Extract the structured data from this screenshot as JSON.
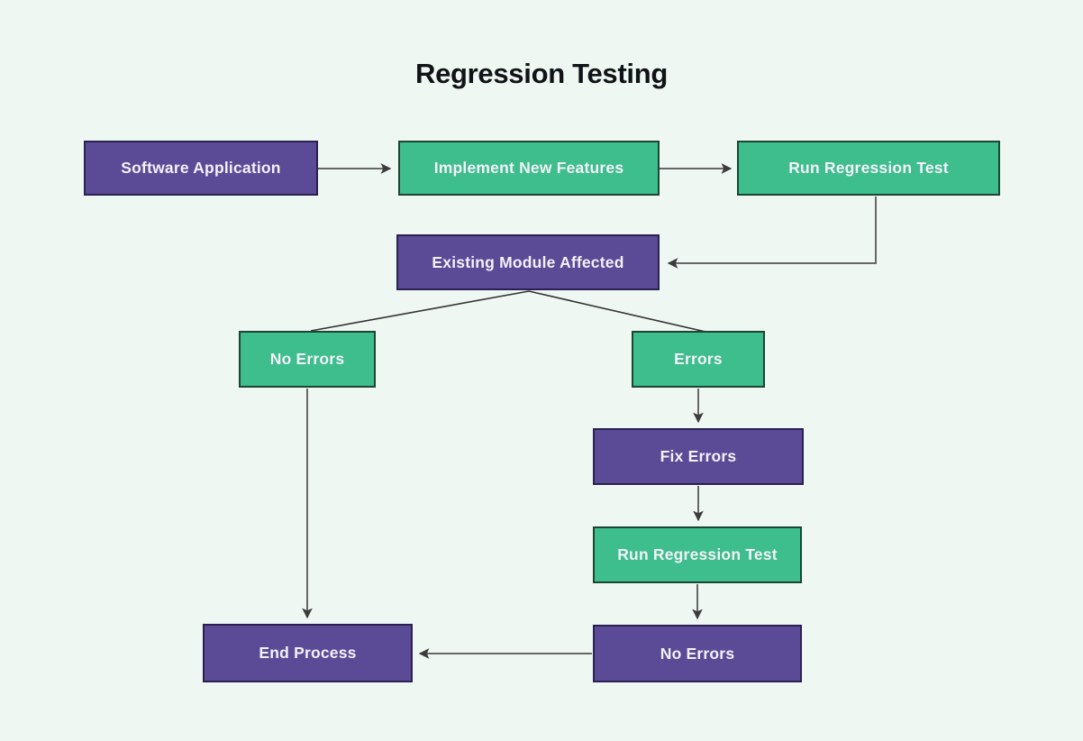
{
  "title": "Regression Testing",
  "colors": {
    "background": "#eff7f3",
    "purple_fill": "#5b4a96",
    "purple_border": "#2b2150",
    "green_fill": "#3ebd8d",
    "green_border": "#1d4533",
    "node_text": "#f3f1f8",
    "title_text": "#111416",
    "arrow_line": "#666666",
    "branch_line": "#333333"
  },
  "nodes": [
    {
      "id": "software-application",
      "label": "Software Application",
      "color": "purple"
    },
    {
      "id": "implement-new-features",
      "label": "Implement New Features",
      "color": "green"
    },
    {
      "id": "run-regression-test-1",
      "label": "Run Regression Test",
      "color": "green"
    },
    {
      "id": "existing-module-affected",
      "label": "Existing Module Affected",
      "color": "purple"
    },
    {
      "id": "no-errors-branch",
      "label": "No Errors",
      "color": "green"
    },
    {
      "id": "errors-branch",
      "label": "Errors",
      "color": "green"
    },
    {
      "id": "fix-errors",
      "label": "Fix Errors",
      "color": "purple"
    },
    {
      "id": "run-regression-test-2",
      "label": "Run Regression Test",
      "color": "green"
    },
    {
      "id": "no-errors-final",
      "label": "No Errors",
      "color": "purple"
    },
    {
      "id": "end-process",
      "label": "End Process",
      "color": "purple"
    }
  ],
  "edges": [
    {
      "from": "software-application",
      "to": "implement-new-features"
    },
    {
      "from": "implement-new-features",
      "to": "run-regression-test-1"
    },
    {
      "from": "run-regression-test-1",
      "to": "existing-module-affected"
    },
    {
      "from": "existing-module-affected",
      "to": "no-errors-branch"
    },
    {
      "from": "existing-module-affected",
      "to": "errors-branch"
    },
    {
      "from": "errors-branch",
      "to": "fix-errors"
    },
    {
      "from": "fix-errors",
      "to": "run-regression-test-2"
    },
    {
      "from": "run-regression-test-2",
      "to": "no-errors-final"
    },
    {
      "from": "no-errors-final",
      "to": "end-process"
    },
    {
      "from": "no-errors-branch",
      "to": "end-process"
    }
  ]
}
